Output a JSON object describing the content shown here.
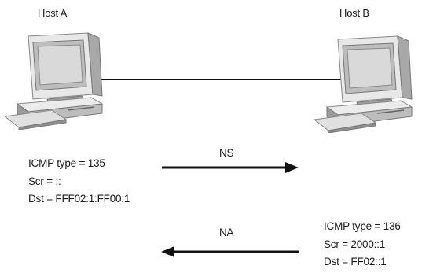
{
  "host_a": {
    "label": "Host A"
  },
  "host_b": {
    "label": "Host B"
  },
  "ns_message": {
    "label": "NS",
    "lines": [
      "ICMP type = 135",
      "Scr = ::",
      "Dst = FFF02:1:FF00:1"
    ]
  },
  "na_message": {
    "label": "NA",
    "lines": [
      "ICMP type = 136",
      "Scr = 2000::1",
      "Dst = FF02::1"
    ]
  },
  "colors": {
    "line": "#111111",
    "pc_light": "#e6e6e6",
    "pc_mid": "#bdbdbd",
    "pc_dark": "#7a7a7a",
    "screen": "#d9d9d9"
  }
}
